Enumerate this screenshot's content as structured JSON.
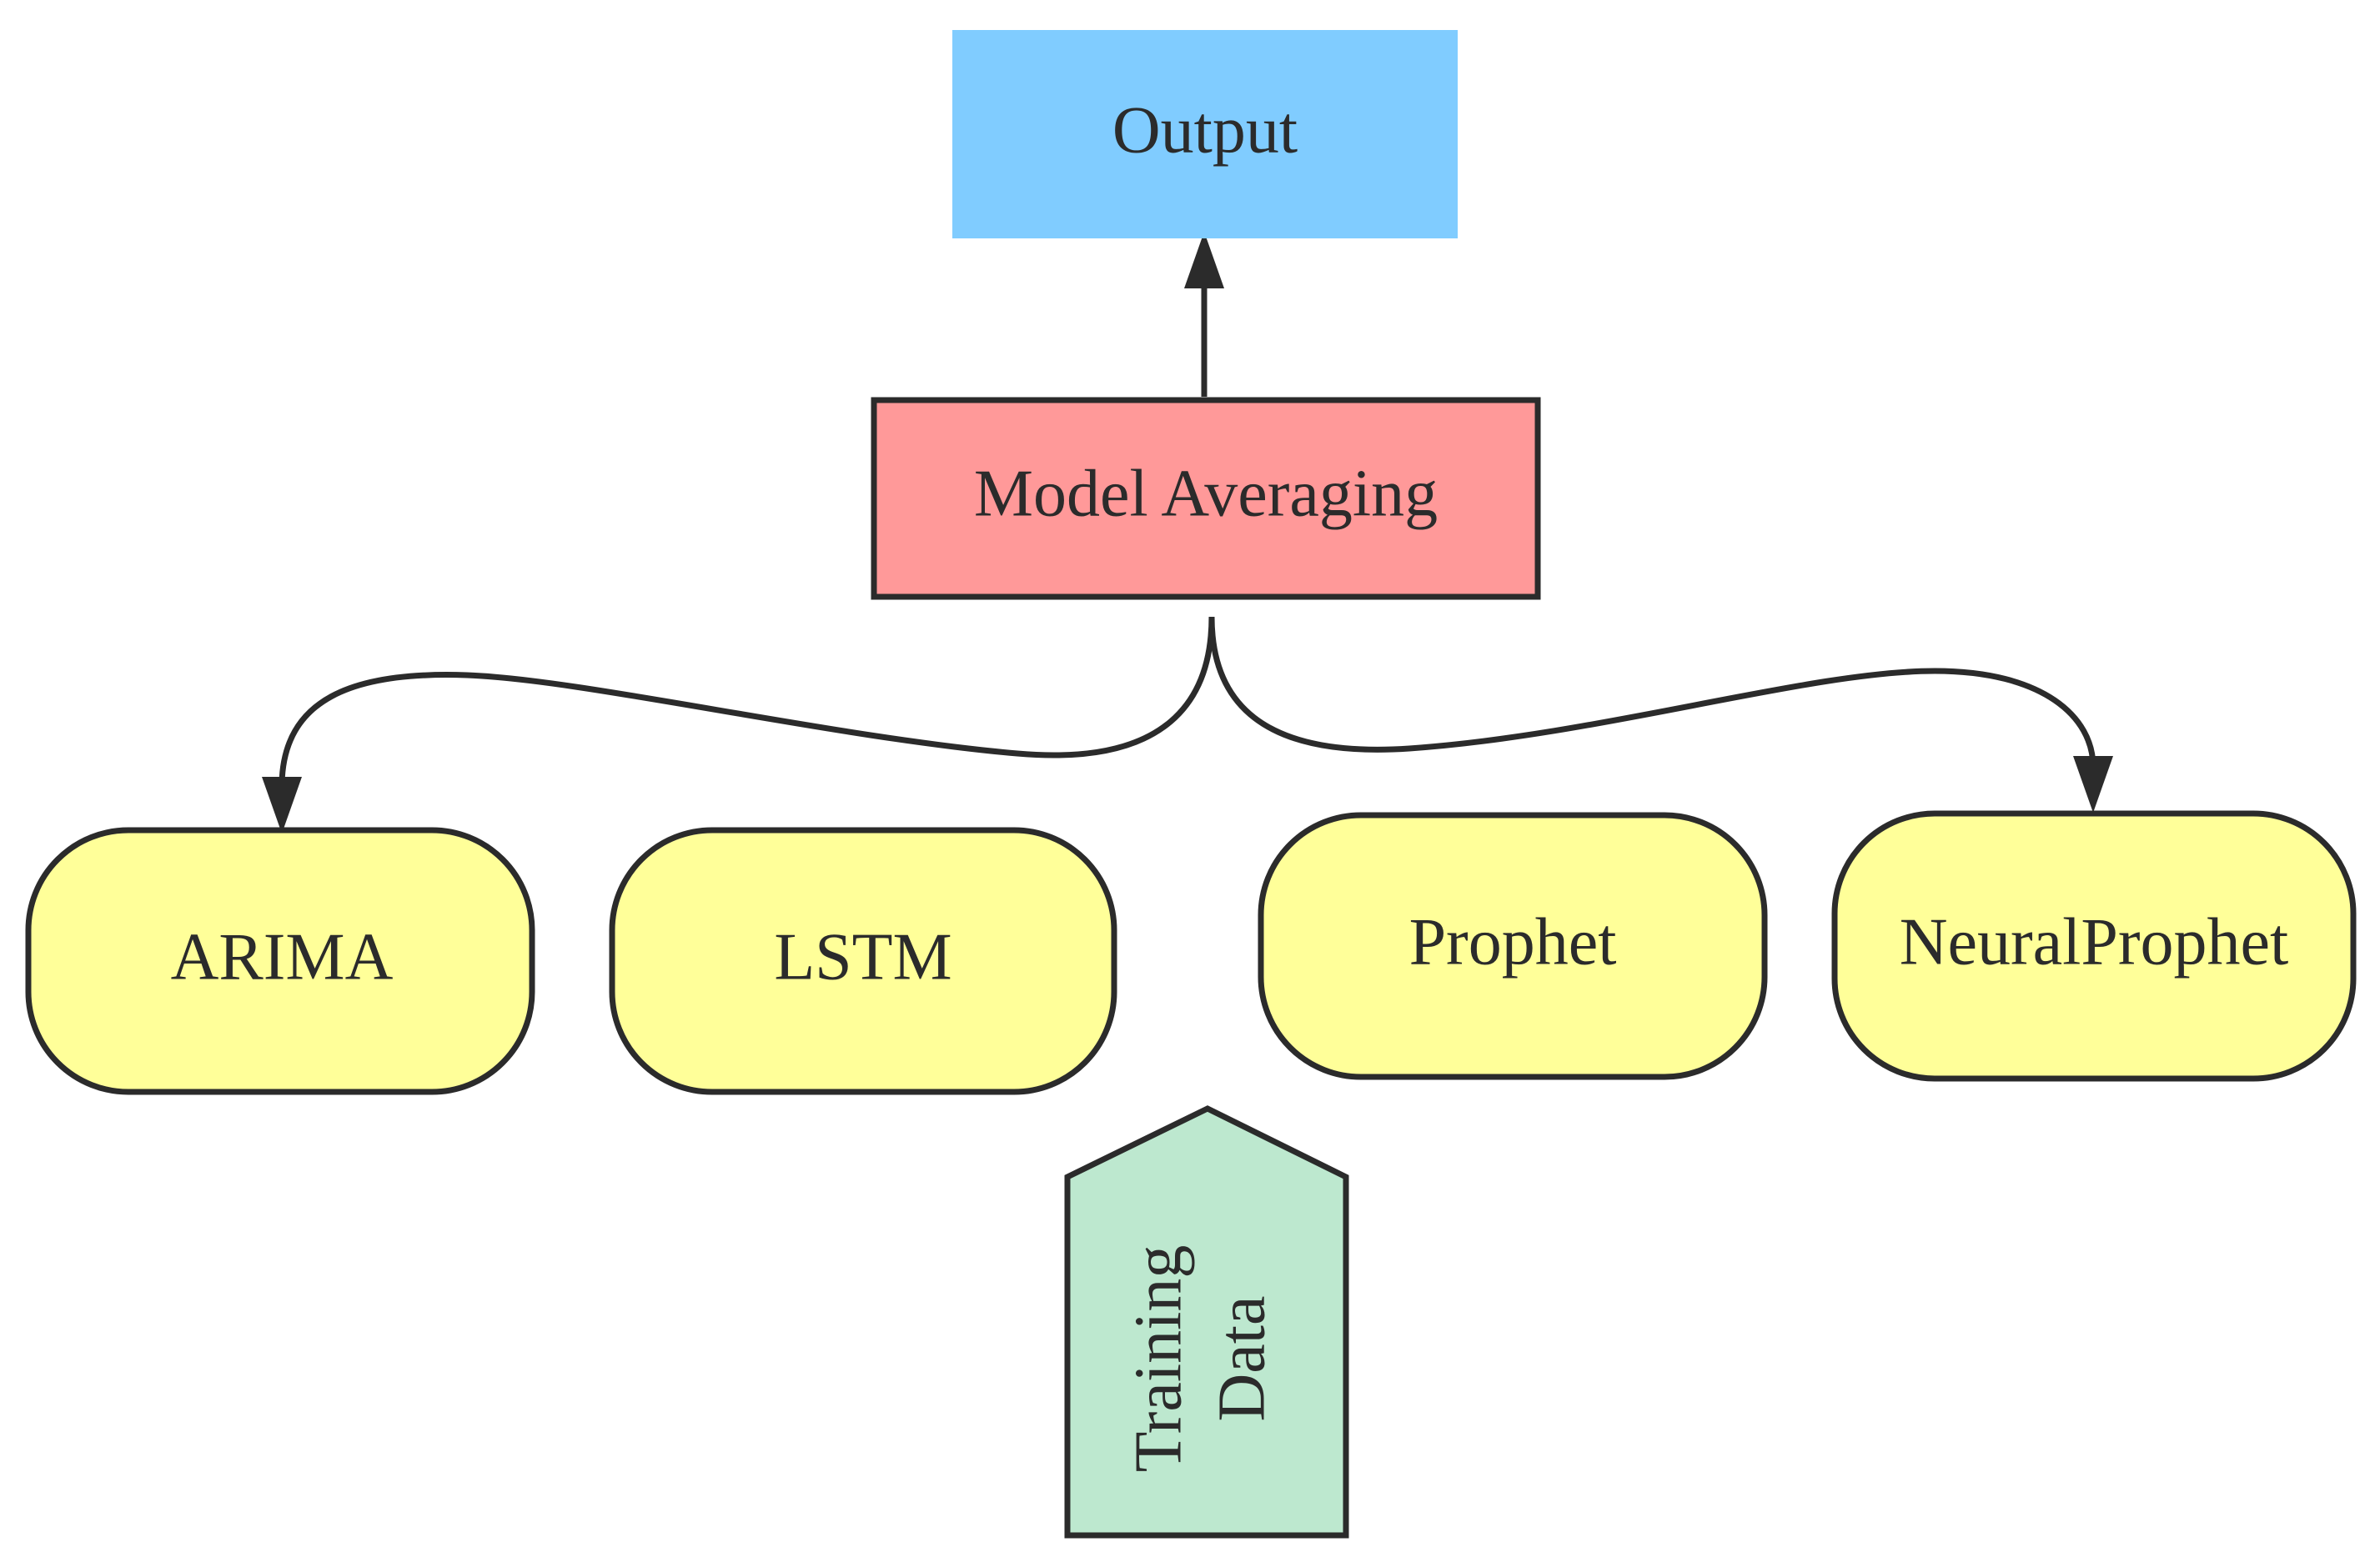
{
  "nodes": {
    "output": {
      "label": "Output",
      "fill": "#80ccff"
    },
    "model_averaging": {
      "label": "Model Averaging",
      "fill": "#ff9999"
    },
    "arima": {
      "label": "ARIMA",
      "fill": "#ffff99"
    },
    "lstm": {
      "label": "LSTM",
      "fill": "#ffff99"
    },
    "prophet": {
      "label": "Prophet",
      "fill": "#ffff99"
    },
    "neuralprophet": {
      "label": "NeuralProphet",
      "fill": "#ffff99"
    },
    "training_data": {
      "label_line1": "Training",
      "label_line2": "Data",
      "fill": "#bde8cf"
    }
  },
  "edges": [
    {
      "from": "model_averaging",
      "to": "output"
    },
    {
      "from": "model_averaging",
      "to": "arima"
    },
    {
      "from": "model_averaging",
      "to": "neuralprophet"
    }
  ],
  "colors": {
    "stroke": "#2b2b2b",
    "text": "#2b2b2b",
    "background": "#ffffff"
  }
}
